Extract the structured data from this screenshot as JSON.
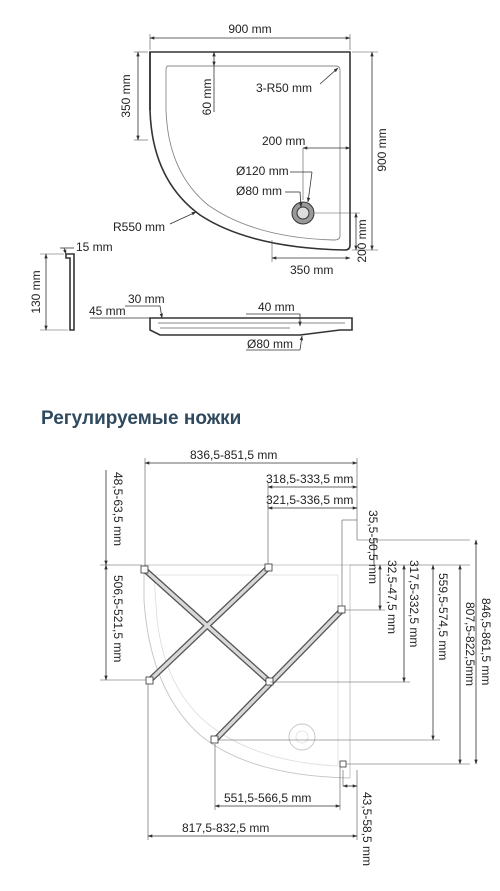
{
  "top_view": {
    "width": "900 mm",
    "depth": "900 mm",
    "corner_offset": "350 mm",
    "rim_height": "60 mm",
    "corner_radius": "3-R50 mm",
    "drain_offset_x": "200 mm",
    "drain_offset_y": "200 mm",
    "drain_outer": "Ø120 mm",
    "drain_inner": "Ø80 mm",
    "arc_radius": "R550 mm",
    "bottom_offset": "350 mm"
  },
  "side_profile": {
    "rim": "15 mm",
    "height": "130 mm"
  },
  "section_view": {
    "step": "30 mm",
    "base": "45 mm",
    "drain_depth": "40 mm",
    "drain_diameter": "Ø80 mm"
  },
  "legs_title": "Регулируемые ножки",
  "legs_view": {
    "top_span": "836,5-851,5 mm",
    "span_1": "318,5-333,5 mm",
    "span_2": "321,5-336,5 mm",
    "right_top": "35,5-50,5 mm",
    "left_top": "48,5-63,5 mm",
    "left_depth": "506,5-521,5 mm",
    "right_1": "32,5-47,5 mm",
    "right_2": "317,5-332,5 mm",
    "right_3": "559,5-574,5 mm",
    "right_4": "807,5-822,5mm",
    "right_5": "846,5-861,5 mm",
    "bottom_1": "551,5-566,5 mm",
    "bottom_2": "817,5-832,5 mm",
    "bottom_right": "43,5-58,5 mm"
  }
}
